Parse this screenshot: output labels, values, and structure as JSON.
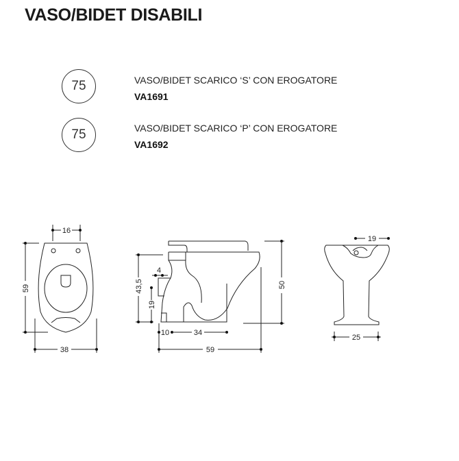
{
  "title": "VASO/BIDET DISABILI",
  "products": [
    {
      "badge": "75",
      "description": "VASO/BIDET SCARICO ‘S’ CON EROGATORE",
      "code": "VA1691"
    },
    {
      "badge": "75",
      "description": "VASO/BIDET SCARICO ‘P’ CON EROGATORE",
      "code": "VA1692"
    }
  ],
  "drawings": {
    "top_view": {
      "dim_holes": "16",
      "dim_length": "59",
      "dim_width": "38"
    },
    "side_view": {
      "dim_height_inlet": "43,5",
      "dim_offset": "4",
      "dim_outlet_height": "19",
      "dim_base_offset": "10",
      "dim_base": "34",
      "dim_length": "59",
      "dim_height": "50"
    },
    "front_view": {
      "dim_top": "19",
      "dim_base": "25"
    }
  }
}
